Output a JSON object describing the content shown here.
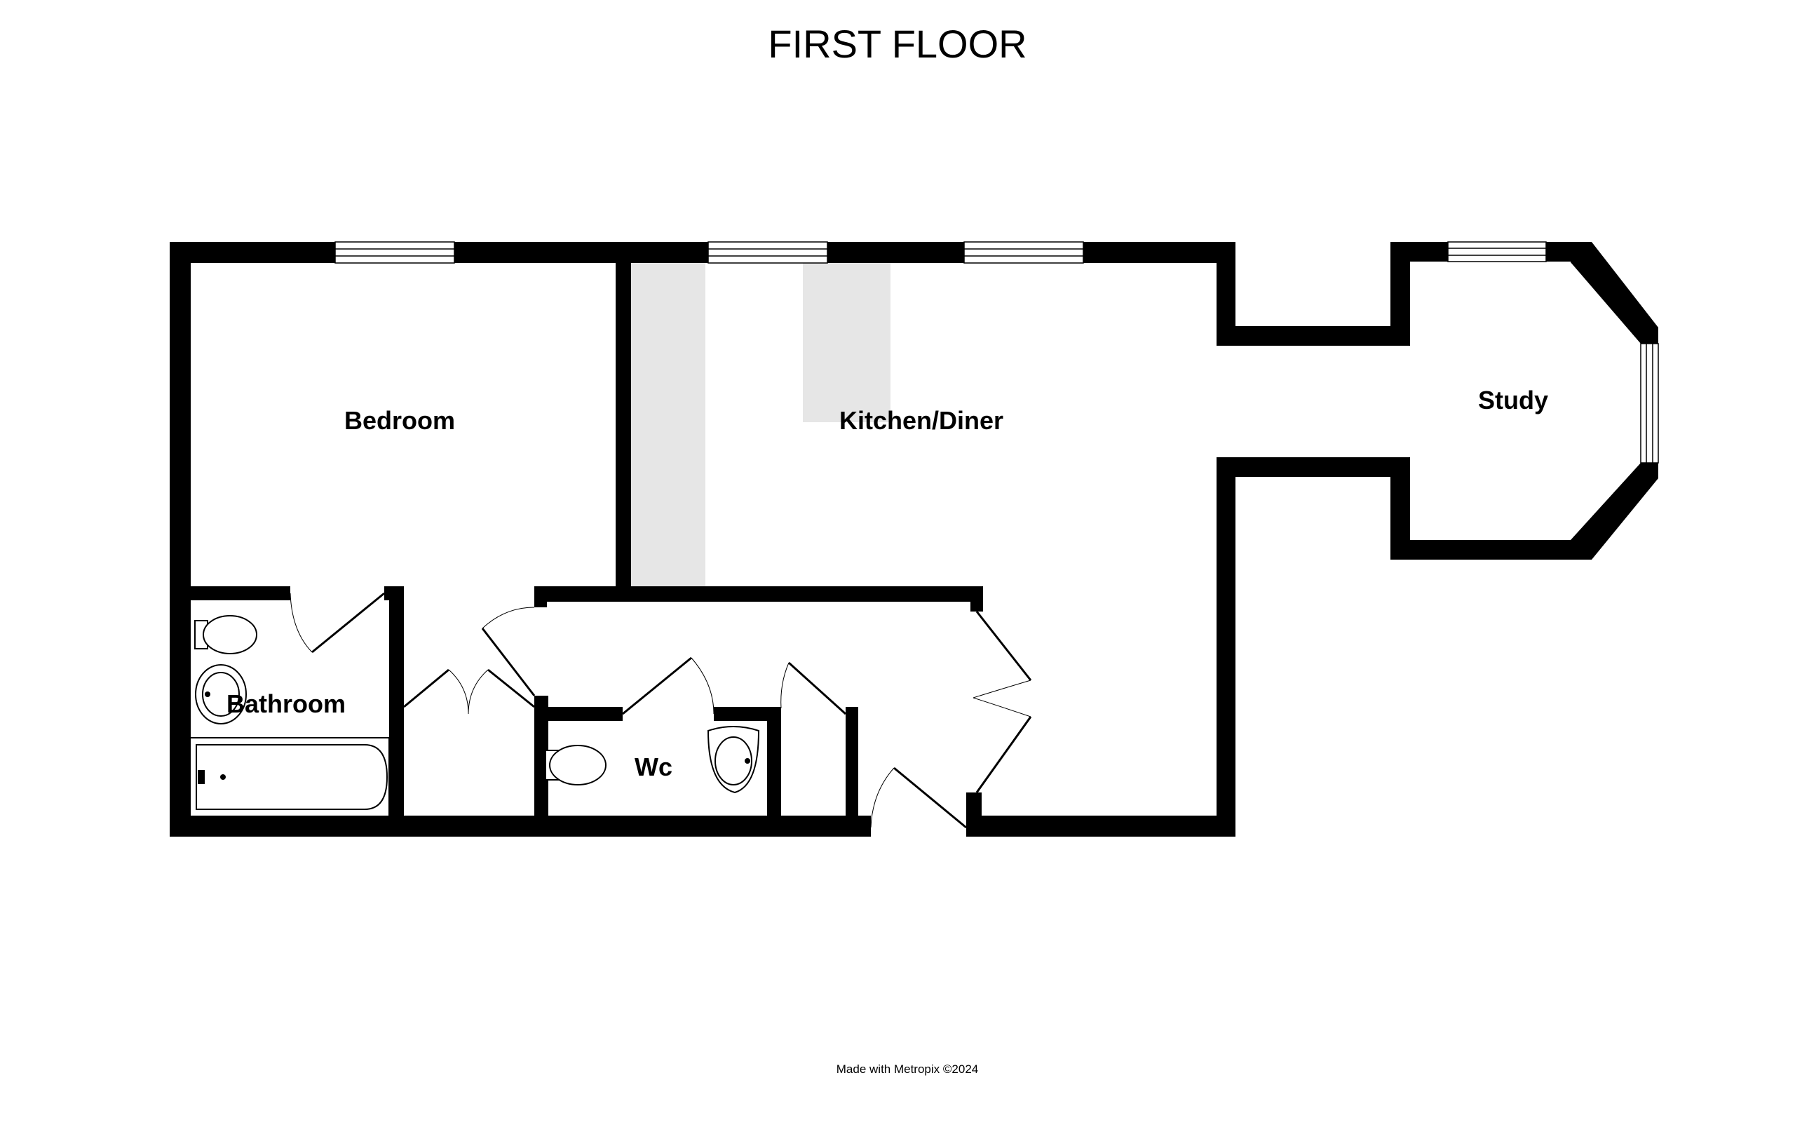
{
  "floor_title": "FIRST FLOOR",
  "rooms": {
    "bedroom": "Bedroom",
    "kitchen_diner": "Kitchen/Diner",
    "study": "Study",
    "bathroom": "Bathroom",
    "wc": "Wc"
  },
  "credit": "Made with Metropix ©2024"
}
